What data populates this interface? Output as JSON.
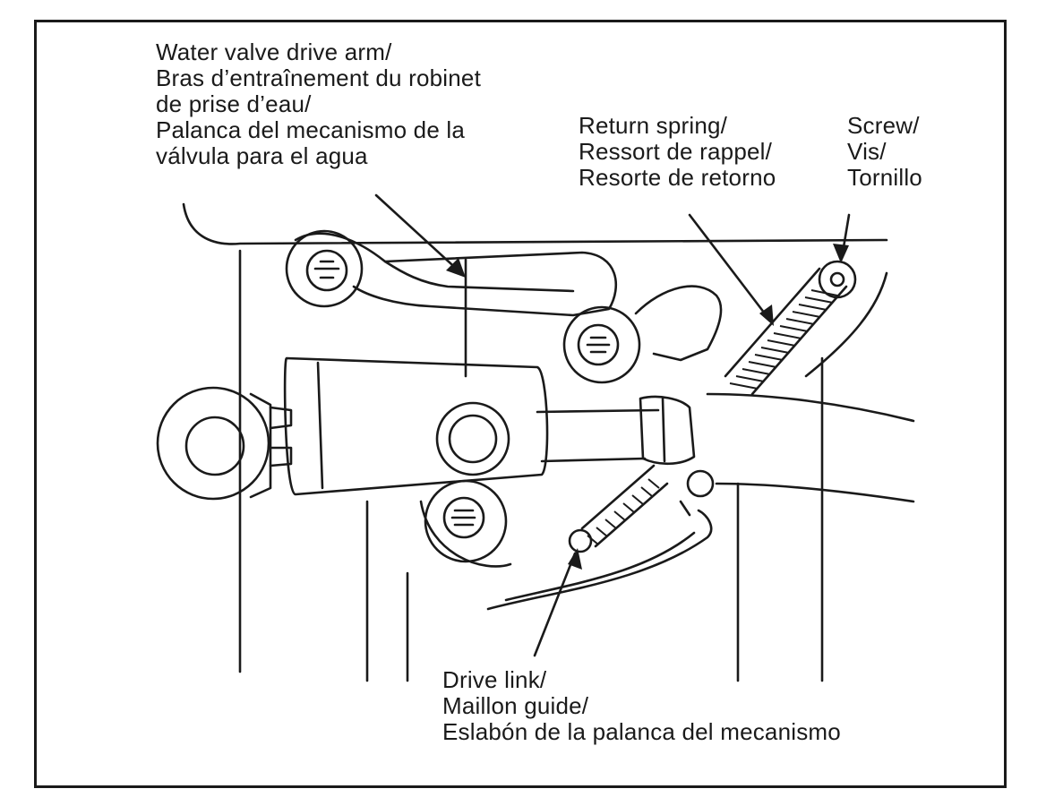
{
  "labels": {
    "water_valve_drive_arm": [
      "Water valve drive arm/",
      "Bras d’entraînement du robinet",
      "de prise d’eau/",
      "Palanca del mecanismo de la",
      "válvula para el agua"
    ],
    "return_spring": [
      "Return spring/",
      "Ressort de rappel/",
      "Resorte de retorno"
    ],
    "screw": [
      "Screw/",
      "Vis/",
      "Tornillo"
    ],
    "drive_link": [
      "Drive link/",
      "Maillon guide/",
      "Eslabón de la palanca del mecanismo"
    ]
  },
  "colors": {
    "line": "#1a1a1a",
    "background": "#ffffff"
  }
}
